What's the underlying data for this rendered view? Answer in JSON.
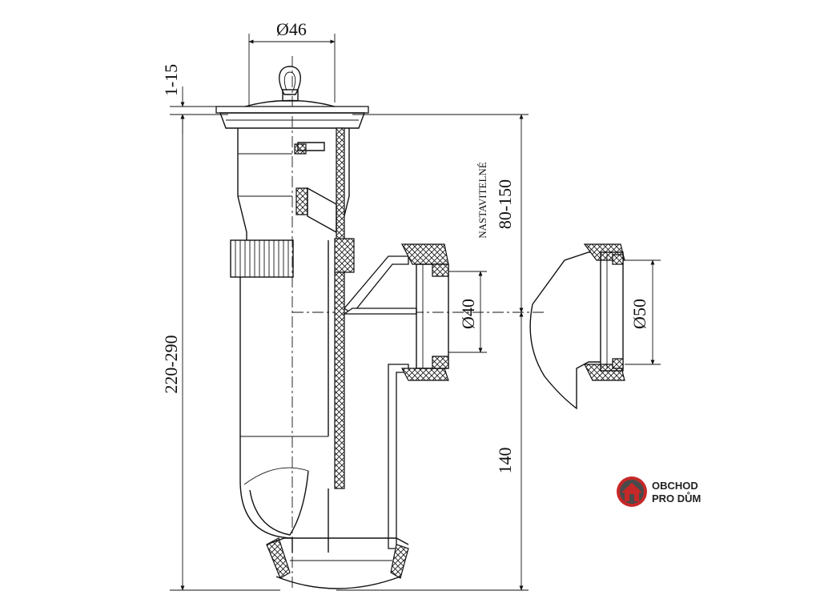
{
  "dimensions": {
    "top_diameter": "Ø46",
    "cap_height": "1-15",
    "total_height": "220-290",
    "adjustable_height": "80-150",
    "adjustable_note": "NASTAVITELNÉ",
    "bottom_height": "140",
    "outlet_diameter_small": "Ø40",
    "outlet_diameter_large": "Ø50"
  },
  "logo": {
    "line1": "OBCHOD",
    "line2": "PRO DŮM",
    "icon": "house-icon",
    "color_outer": "#c62828",
    "color_inner": "#4a4a4a"
  }
}
